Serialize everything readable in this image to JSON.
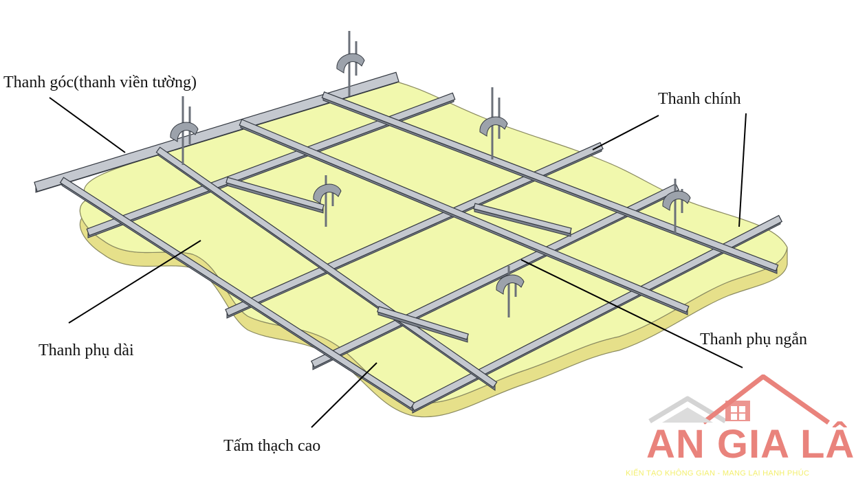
{
  "labels": {
    "wall_angle": "Thanh góc(thanh viền tường)",
    "main_tee": "Thanh chính",
    "long_cross_tee": "Thanh phụ dài",
    "short_cross_tee": "Thanh phụ ngắn",
    "gypsum_board": "Tấm thạch cao"
  },
  "logo": {
    "name": "AN GIA LÂM",
    "slogan": "KIẾN TẠO KHÔNG GIAN - MANG LẠI HẠNH PHÚC"
  },
  "colors": {
    "board_fill": "#f1f8ad",
    "board_edge": "#e6e08a",
    "frame_top": "#c4c8cf",
    "frame_side": "#7c828c",
    "frame_outline": "#333840",
    "hanger": "#6b7079",
    "label_text": "#111111",
    "leader_line": "#000000",
    "logo_red": "#e9837c",
    "logo_gray": "#d4d4d4",
    "logo_yellow": "#f3ef6e"
  }
}
